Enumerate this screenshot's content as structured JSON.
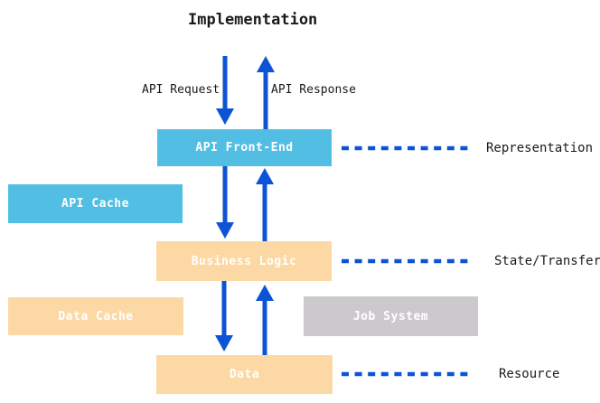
{
  "title": "Implementation",
  "arrow_labels": {
    "request": "API Request",
    "response": "API Response"
  },
  "boxes": {
    "api_front_end": {
      "label": "API Front-End",
      "color": "#52BEE4"
    },
    "api_cache": {
      "label": "API Cache",
      "color": "#52BEE4"
    },
    "business_logic": {
      "label": "Business Logic",
      "color": "#FCD9A4"
    },
    "data_cache": {
      "label": "Data Cache",
      "color": "#FCD9A4"
    },
    "job_system": {
      "label": "Job System",
      "color": "#CCC9CC"
    },
    "data": {
      "label": "Data",
      "color": "#FCD9A4"
    }
  },
  "layer_labels": {
    "representation": "Representation",
    "state_transfer": "State/Transfer",
    "resource": "Resource"
  },
  "colors": {
    "arrow": "#0D53D6",
    "box_text": "#FFFFFF",
    "label_text": "#1A1A1A",
    "background": "#FFFFFF"
  }
}
